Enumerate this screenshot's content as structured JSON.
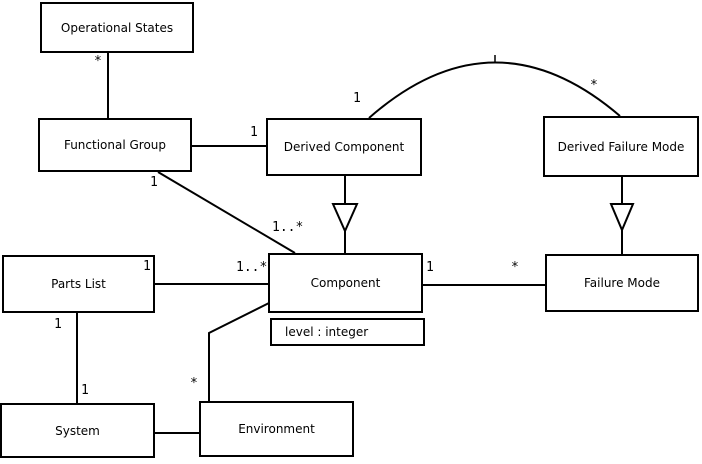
{
  "diagram_type": "uml-class-diagram",
  "colors": {
    "background": "#ffffff",
    "line": "#000000",
    "box_fill": "#ffffff",
    "text": "#000000"
  },
  "nodes": {
    "operational_states": {
      "label": "Operational States"
    },
    "functional_group": {
      "label": "Functional Group"
    },
    "derived_component": {
      "label": "Derived Component"
    },
    "derived_failure_mode": {
      "label": "Derived Failure Mode"
    },
    "parts_list": {
      "label": "Parts List"
    },
    "component": {
      "label": "Component",
      "attribute": "level : integer"
    },
    "failure_mode": {
      "label": "Failure Mode"
    },
    "system": {
      "label": "System"
    },
    "environment": {
      "label": "Environment"
    }
  },
  "edges": [
    {
      "from": "Operational States",
      "to": "Functional Group",
      "type": "association",
      "source_label": "*"
    },
    {
      "from": "Functional Group",
      "to": "Derived Component",
      "type": "association",
      "target_label": "1"
    },
    {
      "from": "Functional Group",
      "to": "Component",
      "type": "association",
      "source_label": "1",
      "target_label": "1..*"
    },
    {
      "from": "Derived Component",
      "to": "Derived Failure Mode",
      "type": "association-arc",
      "source_label": "1",
      "target_label": "*"
    },
    {
      "from": "Derived Component",
      "to": "Component",
      "type": "generalization"
    },
    {
      "from": "Derived Failure Mode",
      "to": "Failure Mode",
      "type": "generalization"
    },
    {
      "from": "Parts List",
      "to": "Component",
      "type": "association",
      "source_label": "1",
      "target_label": "1..*"
    },
    {
      "from": "Component",
      "to": "Failure Mode",
      "type": "association",
      "source_label": "1",
      "target_label": "*"
    },
    {
      "from": "Parts List",
      "to": "System",
      "type": "association",
      "source_label": "1",
      "target_label": "1"
    },
    {
      "from": "System",
      "to": "Environment",
      "type": "association"
    },
    {
      "from": "Environment",
      "to": "Component",
      "type": "association",
      "source_label": "*"
    }
  ]
}
